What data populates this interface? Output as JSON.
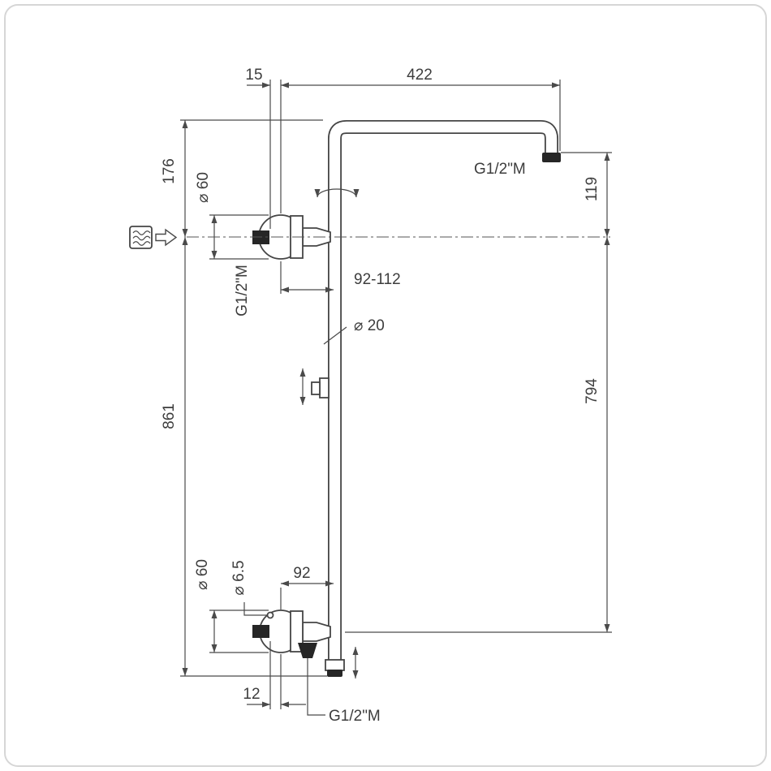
{
  "drawing": {
    "colors": {
      "line": "#454545",
      "text": "#3d3d3d",
      "border": "#d6d6d6",
      "background": "#ffffff"
    },
    "labels": {
      "dim_15": "15",
      "dim_422": "422",
      "dim_176": "176",
      "dia_60_top": "⌀ 60",
      "thread_top": "G1/2\"M",
      "dim_119": "119",
      "dim_92_112": "92-112",
      "thread_supply": "G1/2\"M",
      "dia_20": "⌀ 20",
      "dim_861": "861",
      "dim_794": "794",
      "dia_60_bottom": "⌀ 60",
      "dia_6_5": "⌀ 6.5",
      "dim_92": "92",
      "dim_12": "12",
      "thread_bottom": "G1/2\"M"
    }
  }
}
